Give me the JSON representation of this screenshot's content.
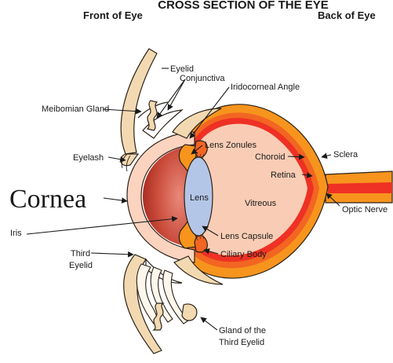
{
  "title": "CROSS SECTION OF THE EYE",
  "headers": {
    "front": "Front of Eye",
    "back": "Back of Eye"
  },
  "labels": {
    "eyelid": "Eyelid",
    "conjunctiva": "Conjunctiva",
    "iridocorneal_angle": "Iridocorneal Angle",
    "meibomian_gland": "Meibomian Gland",
    "lens_zonules": "Lens Zonules",
    "sclera": "Sclera",
    "choroid": "Choroid",
    "eyelash": "Eyelash",
    "retina": "Retina",
    "cornea": "Cornea",
    "lens": "Lens",
    "vitreous": "Vitreous",
    "optic_nerve": "Optic Nerve",
    "iris": "Iris",
    "lens_capsule": "Lens Capsule",
    "third_eyelid_line1": "Third",
    "third_eyelid_line2": "Eyelid",
    "ciliary_body": "Ciliary Body",
    "gland_third_eyelid_line1": "Gland of the",
    "gland_third_eyelid_line2": "Third Eyelid"
  },
  "colors": {
    "sclera": "#f7941d",
    "choroid": "#f26522",
    "retina": "#ee3124",
    "vitreous": "#f9cdb5",
    "cornea_outer": "#fbd3bf",
    "anterior_chamber": "#c0392b",
    "lens": "#b3c6e7",
    "lid_tissue": "#f3d9b1"
  }
}
